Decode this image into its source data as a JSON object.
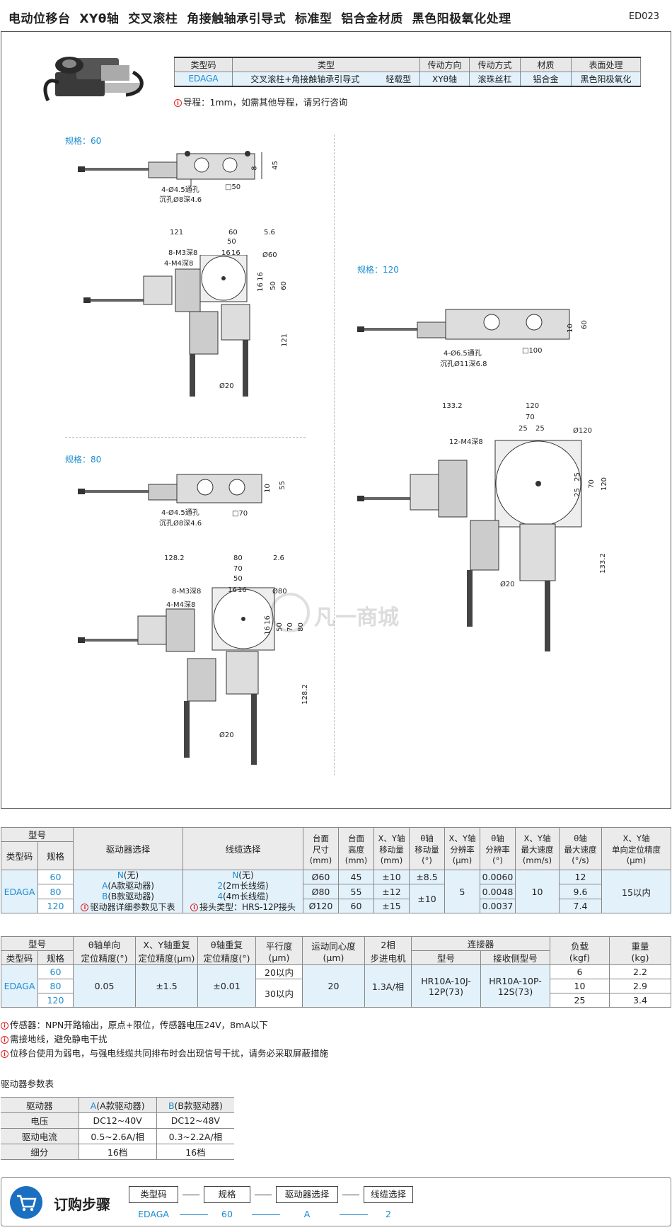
{
  "header": {
    "title": "电动位移台  XYθ轴  交叉滚柱  角接触轴承引导式  标准型  铝合金材质  黑色阳极氧化处理",
    "code": "ED023"
  },
  "type_table": {
    "headers": [
      "类型码",
      "类型",
      "传动方向",
      "传动方式",
      "材质",
      "表面处理"
    ],
    "row": [
      "EDAGA",
      "交叉滚柱+角接触轴承引导式",
      "轻载型",
      "XYθ轴",
      "滚珠丝杠",
      "铝合金",
      "黑色阳极氧化"
    ]
  },
  "lead_note": "导程：1mm，如需其他导程，请另行咨询",
  "drawings": {
    "spec60": {
      "label": "规格：60",
      "holes1": "4-Ø4.5通孔",
      "holes2": "沉孔Ø8深4.6",
      "square": "□50",
      "h1": "45",
      "h2": "8",
      "top": [
        "121",
        "60",
        "50",
        "16",
        "16",
        "5.6"
      ],
      "m3": "8-M3深8",
      "m4": "4-M4深8",
      "dia": "Ø60",
      "side": [
        "16",
        "16",
        "50",
        "60"
      ],
      "v": "121",
      "d20": "Ø20"
    },
    "spec80": {
      "label": "规格：80",
      "holes1": "4-Ø4.5通孔",
      "holes2": "沉孔Ø8深4.6",
      "square": "□70",
      "h1": "55",
      "h2": "10",
      "top": [
        "128.2",
        "80",
        "70",
        "50",
        "16",
        "16",
        "2.6"
      ],
      "m3": "8-M3深8",
      "m4": "4-M4深8",
      "dia": "Ø80",
      "side": [
        "16",
        "16",
        "50",
        "70",
        "80"
      ],
      "v": "128.2",
      "d20": "Ø20"
    },
    "spec120": {
      "label": "规格：120",
      "holes1": "4-Ø6.5通孔",
      "holes2": "沉孔Ø11深6.8",
      "square": "□100",
      "h1": "60",
      "h2": "10",
      "top": [
        "133.2",
        "120",
        "70",
        "25",
        "25"
      ],
      "m4": "12-M4深8",
      "dia": "Ø120",
      "side": [
        "25",
        "25",
        "70",
        "120"
      ],
      "v": "133.2",
      "d20": "Ø20"
    }
  },
  "watermark": "凡一商城",
  "spec_table_1": {
    "h_model": "型号",
    "h_code": "类型码",
    "h_size": "规格",
    "h_driver": "驱动器选择",
    "h_cable": "线缆选择",
    "h_cols": [
      "台面\n尺寸\n(mm)",
      "台面\n高度\n(mm)",
      "X、Y轴\n移动量\n(mm)",
      "θ轴\n移动量\n(°)",
      "X、Y轴\n分辨率\n(μm)",
      "θ轴\n分辨率\n(°)",
      "X、Y轴\n最大速度\n(mm/s)",
      "θ轴\n最大速度\n(°/s)",
      "X、Y轴\n单向定位精度\n(μm)"
    ],
    "code": "EDAGA",
    "sizes": [
      "60",
      "80",
      "120"
    ],
    "driver": {
      "n": "N",
      "n_t": "(无)",
      "a": "A",
      "a_t": "(A款驱动器)",
      "b": "B",
      "b_t": "(B款驱动器)",
      "note": "驱动器详细参数见下表"
    },
    "cable": {
      "n": "N",
      "n_t": "(无)",
      "c2": "2",
      "c2_t": "(2m长线缆)",
      "c4": "4",
      "c4_t": "(4m长线缆)",
      "note": "接头类型：HRS-12P接头"
    },
    "table_size": [
      "Ø60",
      "Ø80",
      "Ø120"
    ],
    "height": [
      "45",
      "55",
      "60"
    ],
    "xy_move": [
      "±10",
      "±12",
      "±15"
    ],
    "theta_move": [
      "±8.5",
      "±10"
    ],
    "xy_res": "5",
    "theta_res": [
      "0.0060",
      "0.0048",
      "0.0037"
    ],
    "xy_speed": "10",
    "theta_speed": [
      "12",
      "9.6",
      "7.4"
    ],
    "xy_acc": "15以内"
  },
  "spec_table_2": {
    "h_model": "型号",
    "h_code": "类型码",
    "h_size": "规格",
    "h_cols": [
      "θ轴单向\n定位精度(°)",
      "X、Y轴重复\n定位精度(μm)",
      "θ轴重复\n定位精度(°)",
      "平行度\n(μm)",
      "运动同心度\n(μm)",
      "2相\n步进电机"
    ],
    "h_conn": "连接器",
    "h_conn_model": "型号",
    "h_conn_recv": "接收侧型号",
    "h_load": "负载\n(kgf)",
    "h_weight": "重量\n(kg)",
    "code": "EDAGA",
    "sizes": [
      "60",
      "80",
      "120"
    ],
    "theta_acc": "0.05",
    "xy_rep": "±1.5",
    "theta_rep": "±0.01",
    "parallel": [
      "20以内",
      "30以内"
    ],
    "conc": "20",
    "motor": "1.3A/相",
    "conn_model": "HR10A-10J-12P(73)",
    "conn_recv": "HR10A-10P-12S(73)",
    "load": [
      "6",
      "10",
      "25"
    ],
    "weight": [
      "2.2",
      "2.9",
      "3.4"
    ]
  },
  "notes": [
    "传感器：NPN开路输出，原点+限位，传感器电压24V，8mA以下",
    "需接地线，避免静电干扰",
    "位移台使用为弱电，与强电线缆共同排布时会出现信号干扰，请务必采取屏蔽措施"
  ],
  "driver_table": {
    "title": "驱动器参数表",
    "headers": [
      "驱动器",
      "A",
      "(A款驱动器)",
      "B",
      "(B款驱动器)"
    ],
    "rows": [
      [
        "电压",
        "DC12~40V",
        "DC12~48V"
      ],
      [
        "驱动电流",
        "0.5~2.6A/相",
        "0.3~2.2A/相"
      ],
      [
        "细分",
        "16档",
        "16档"
      ]
    ]
  },
  "order": {
    "title": "订购步骤",
    "steps": [
      "类型码",
      "规格",
      "驱动器选择",
      "线缆选择"
    ],
    "values": [
      "EDAGA",
      "60",
      "A",
      "2"
    ]
  }
}
